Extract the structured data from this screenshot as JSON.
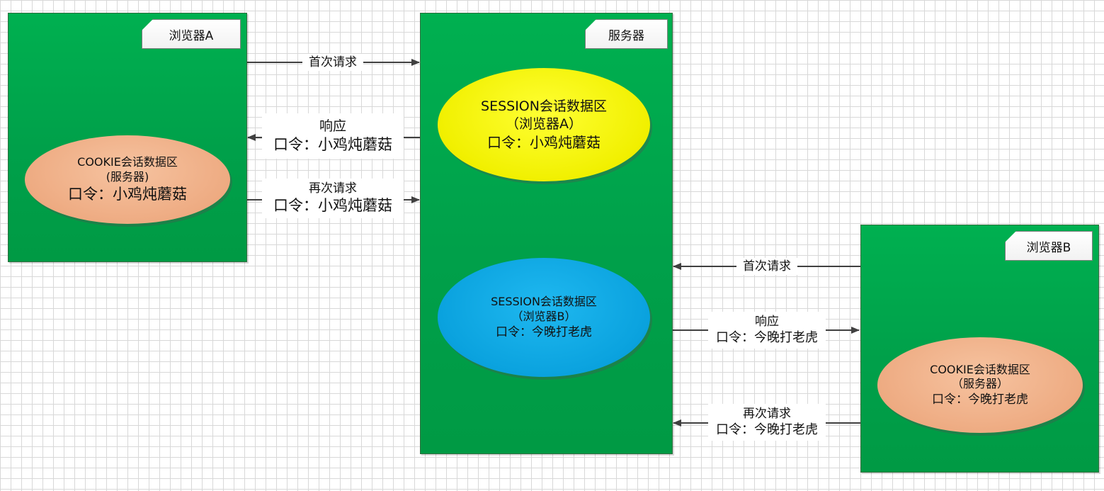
{
  "browser_a": {
    "tag": "浏览器A",
    "cookie": {
      "line1": "COOKIE会话数据区",
      "line2": "(服务器)",
      "line3": "口令：小鸡炖蘑菇"
    }
  },
  "server": {
    "tag": "服务器",
    "session_a": {
      "line1": "SESSION会话数据区",
      "line2": "（浏览器A）",
      "line3": "口令：小鸡炖蘑菇"
    },
    "session_b": {
      "line1": "SESSION会话数据区",
      "line2": "（浏览器B）",
      "line3": "口令：今晚打老虎"
    }
  },
  "browser_b": {
    "tag": "浏览器B",
    "cookie": {
      "line1": "COOKIE会话数据区",
      "line2": "（服务器）",
      "line3": "口令：今晚打老虎"
    }
  },
  "arrows_a": {
    "first_request": "首次请求",
    "response_line1": "响应",
    "response_line2": "口令：小鸡炖蘑菇",
    "again_line1": "再次请求",
    "again_line2": "口令：小鸡炖蘑菇"
  },
  "arrows_b": {
    "first_request": "首次请求",
    "response_line1": "响应",
    "response_line2": "口令：今晚打老虎",
    "again_line1": "再次请求",
    "again_line2": "口令：今晚打老虎"
  },
  "colors": {
    "box_green": "#00a04a",
    "cookie_orange": "#eeab82",
    "session_yellow": "#f1f000",
    "session_blue": "#0aa2de",
    "arrow": "#404040"
  }
}
